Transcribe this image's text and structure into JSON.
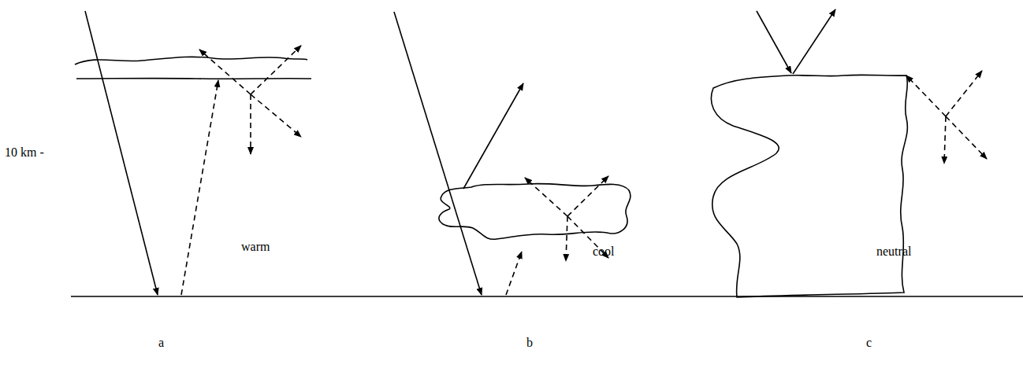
{
  "diagram": {
    "labels": [
      "10 km -",
      "warm",
      "cool",
      "neutral",
      "a",
      "b",
      "c"
    ]
  }
}
